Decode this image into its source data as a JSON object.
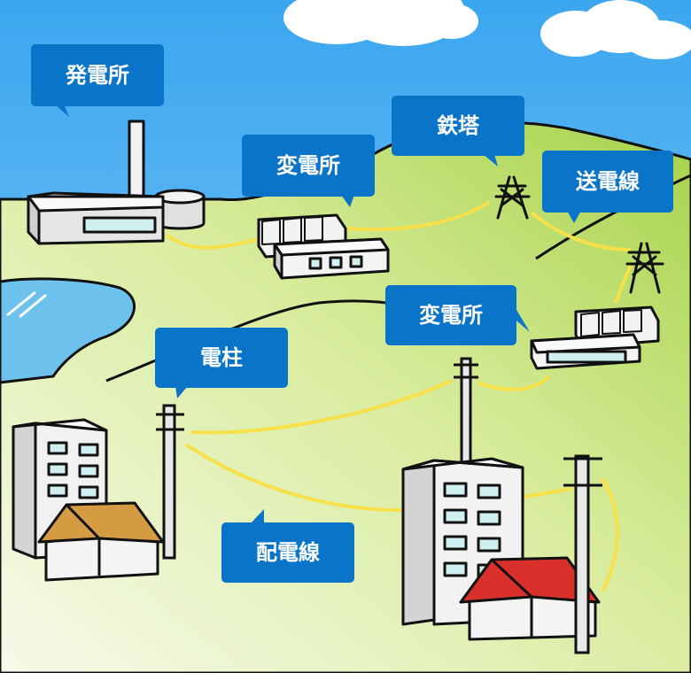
{
  "labels": {
    "power_plant": "発電所",
    "substation_top": "変電所",
    "steel_tower": "鉄塔",
    "transmission_line": "送電線",
    "substation_mid": "変電所",
    "utility_pole": "電柱",
    "distribution_line": "配電線"
  },
  "colors": {
    "callout": "#0a74c9",
    "power_line": "#f8e04a",
    "sky": "#4fb3f2",
    "hill": "#bfe07a",
    "lake": "#6cc2ec",
    "house_roof_orange": "#d49b43",
    "house_roof_red": "#d9302c"
  }
}
